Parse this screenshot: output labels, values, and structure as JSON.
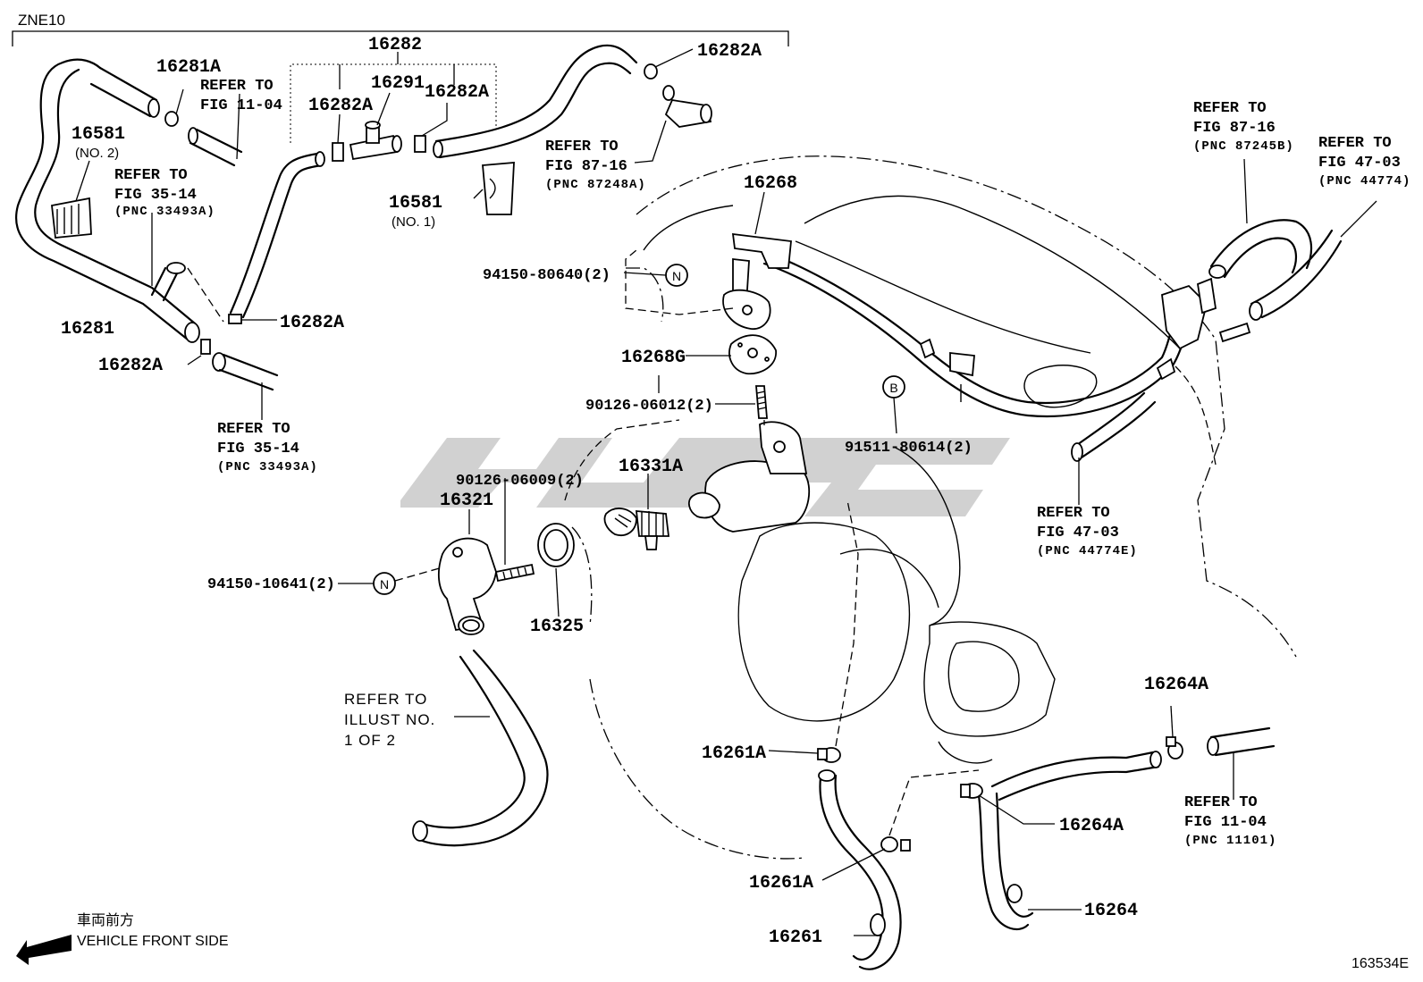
{
  "header": {
    "model_code": "ZNE10"
  },
  "footer": {
    "direction_label_jp": "車両前方",
    "direction_label_en": "VEHICLE FRONT SIDE",
    "figure_id": "163534E"
  },
  "watermark": {
    "text": "WSC"
  },
  "symbols": {
    "n": "N",
    "b": "B"
  },
  "parts": {
    "p16282": "16282",
    "p16281A": "16281A",
    "p16291": "16291",
    "p16282A_top_right": "16282A",
    "p16282A_upper_mid": "16282A",
    "p16282A_middle": "16282A",
    "p16581_no2": "16581",
    "p16581_no2_sub": "(NO. 2)",
    "p16581_no1": "16581",
    "p16581_no1_sub": "(NO. 1)",
    "p16282A_left_mid": "16282A",
    "p16281": "16281",
    "p16282A_bottom_left": "16282A",
    "p16268": "16268",
    "p94150_80640": "94150-80640(2)",
    "p16268G": "16268G",
    "p90126_06012": "90126-06012(2)",
    "p91511_80614": "91511-80614(2)",
    "p16331A": "16331A",
    "p90126_06009": "90126-06009(2)",
    "p16321": "16321",
    "p94150_10641": "94150-10641(2)",
    "p16325": "16325",
    "p16261A_upper": "16261A",
    "p16261A_lower": "16261A",
    "p16261": "16261",
    "p16264A_upper": "16264A",
    "p16264A_lower": "16264A",
    "p16264": "16264"
  },
  "references": {
    "fig11_04_top": {
      "line1": "REFER TO",
      "line2": "FIG 11-04"
    },
    "fig35_14_upper": {
      "line1": "REFER TO",
      "line2": "FIG 35-14",
      "line3": "(PNC 33493A)"
    },
    "fig35_14_lower": {
      "line1": "REFER TO",
      "line2": "FIG 35-14",
      "line3": "(PNC 33493A)"
    },
    "fig87_16_mid": {
      "line1": "REFER TO",
      "line2": "FIG 87-16",
      "line3": "(PNC 87248A)"
    },
    "fig87_16_right": {
      "line1": "REFER TO",
      "line2": "FIG 87-16",
      "line3": "(PNC 87245B)"
    },
    "fig47_03_right": {
      "line1": "REFER TO",
      "line2": "FIG 47-03",
      "line3": "(PNC 44774)"
    },
    "fig47_03_mid": {
      "line1": "REFER TO",
      "line2": "FIG 47-03",
      "line3": "(PNC 44774E)"
    },
    "illust": {
      "line1": "REFER TO",
      "line2": "ILLUST NO.",
      "line3": "1 OF 2"
    },
    "fig11_04_bottom": {
      "line1": "REFER TO",
      "line2": "FIG 11-04",
      "line3": "(PNC 11101)"
    }
  }
}
